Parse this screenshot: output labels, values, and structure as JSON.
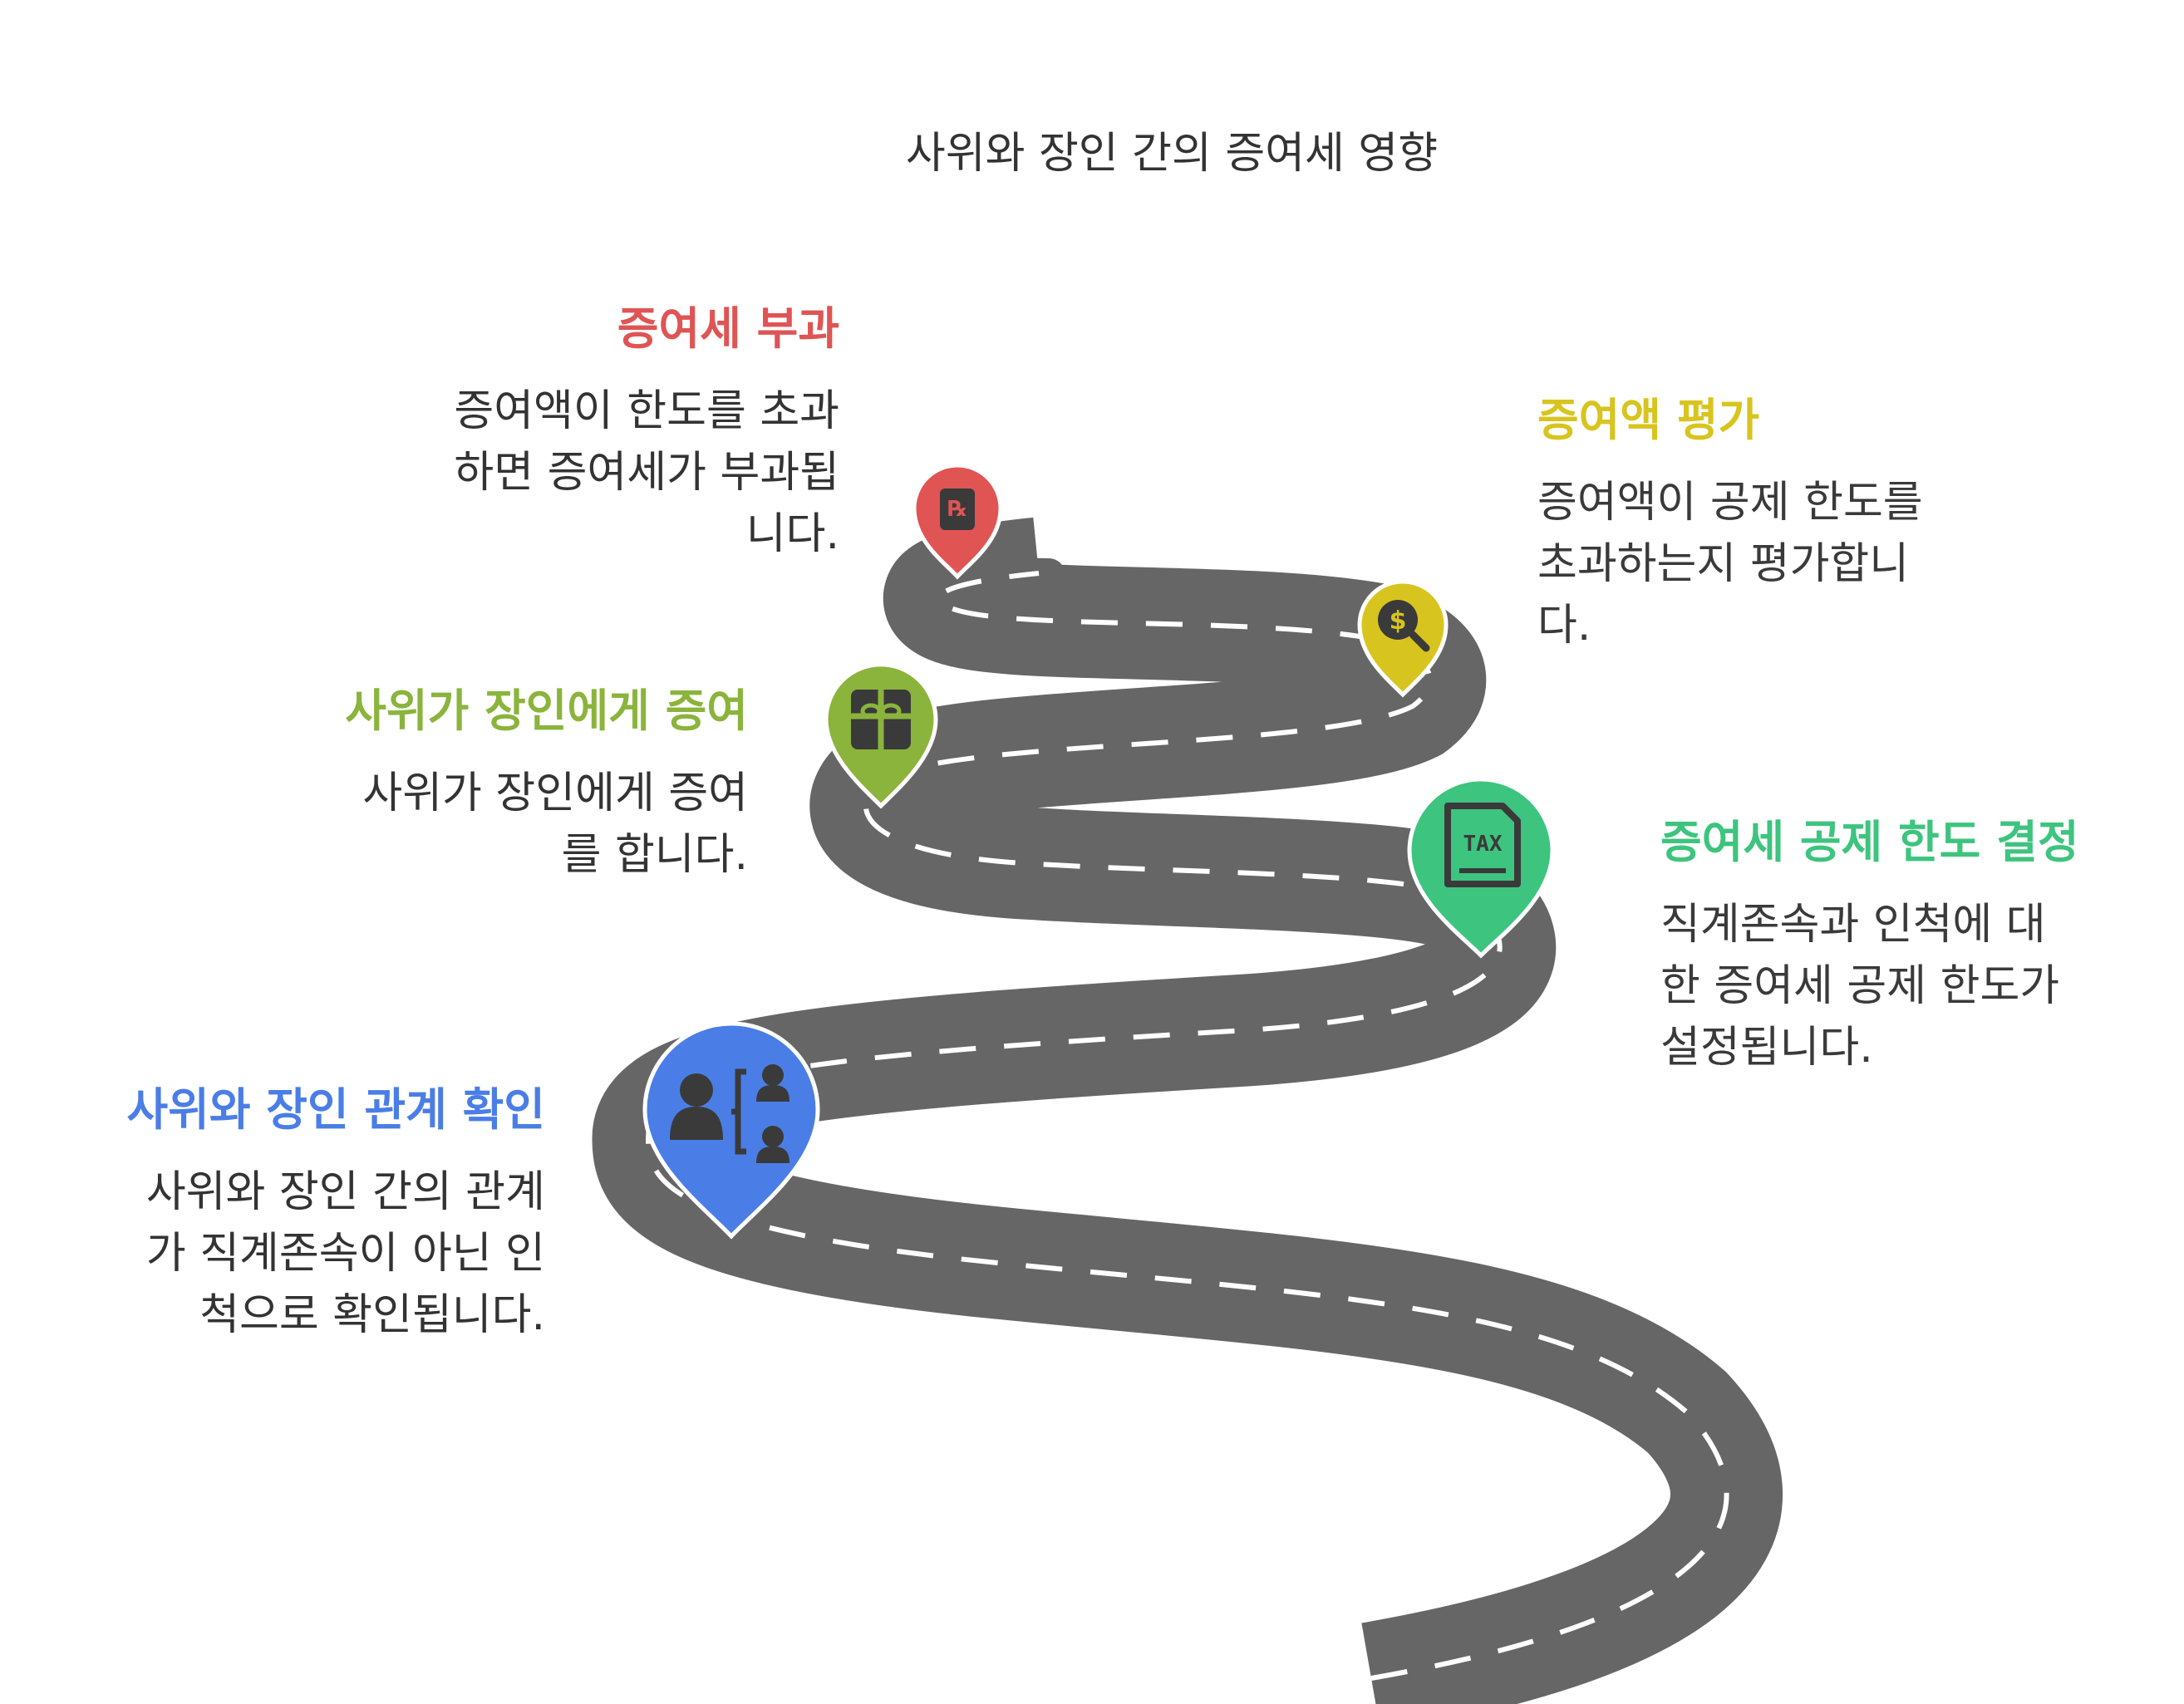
{
  "title": "사위와 장인 간의 증여세 영향",
  "colors": {
    "road": "#666666",
    "road_dash": "#ffffff",
    "step1": "#4a7ee6",
    "step2": "#8bb43c",
    "step3": "#e05454",
    "step4": "#3dc47e",
    "step5": "#d8c41e",
    "icon_dark": "#3a3a3a",
    "text": "#333333"
  },
  "steps": [
    {
      "heading": "사위와 장인 관계 확인",
      "description": "사위와 장인 간의 관계\n가 직계존속이 아닌 인\n척으로 확인됩니다.",
      "icon": "family-relationship-icon",
      "color": "#4a7ee6"
    },
    {
      "heading": "사위가 장인에게 증여",
      "description": "사위가 장인에게 증여\n를 합니다.",
      "icon": "gift-icon",
      "color": "#8bb43c"
    },
    {
      "heading": "증여세 부과",
      "description": "증여액이 한도를 초과\n하면 증여세가 부과됩\n니다.",
      "icon": "prescription-receipt-icon",
      "color": "#e05454"
    },
    {
      "heading": "증여세 공제 한도 결정",
      "description": "직계존속과 인척에 대\n한 증여세 공제 한도가\n설정됩니다.",
      "icon": "tax-document-icon",
      "color": "#3dc47e"
    },
    {
      "heading": "증여액 평가",
      "description": "증여액이 공제 한도를\n초과하는지 평가합니\n다.",
      "icon": "dollar-search-icon",
      "color": "#d8c41e"
    }
  ],
  "tax_icon_text": "TAX"
}
